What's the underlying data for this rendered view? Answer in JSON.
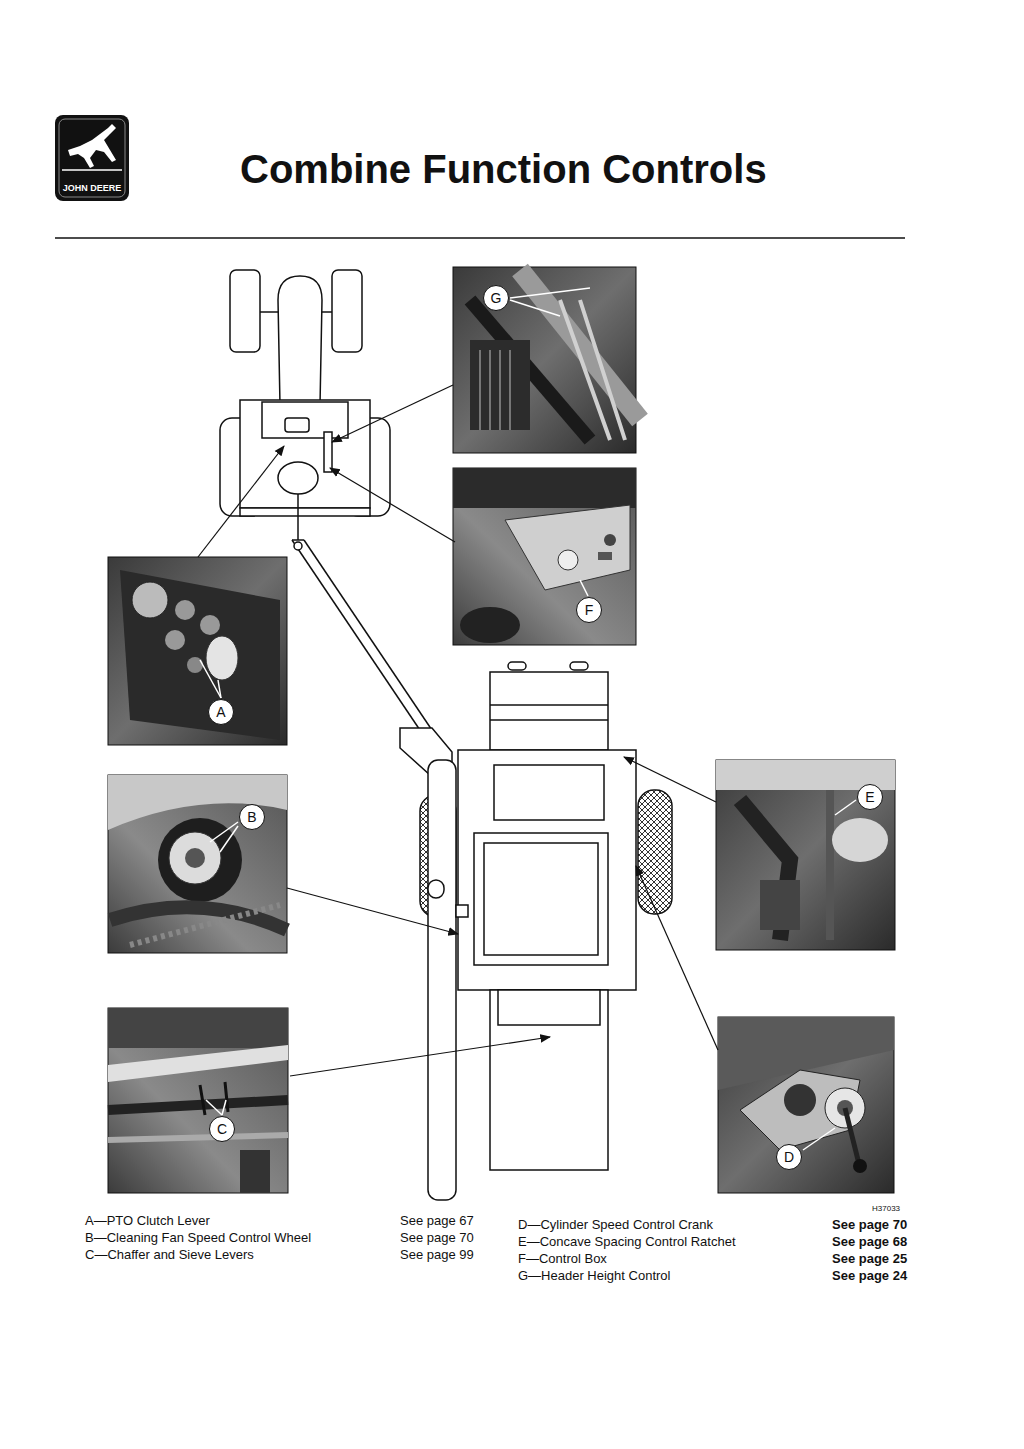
{
  "diagram": {
    "title": "Combine Function Controls",
    "nodes": [
      {
        "text": [
          "G"
        ]
      },
      {
        "text": [
          "F"
        ]
      },
      {
        "text": [
          "A"
        ]
      },
      {
        "text": [
          "B"
        ]
      },
      {
        "text": [
          "E"
        ]
      },
      {
        "text": [
          "C"
        ]
      },
      {
        "text": [
          "D"
        ]
      }
    ],
    "labels": [
      "JOHN DEERE",
      "A—PTO Clutch Lever",
      "B—Cleaning Fan Speed Control Wheel",
      "C—Chaffer and Sieve Levers",
      "See page 67",
      "See page 70",
      "See page 99",
      "D—Cylinder Speed Control Crank",
      "E—Concave Spacing Control Ratchet",
      "F—Control Box",
      "G—Header Height Control",
      "H37033",
      "See page 70",
      "See page 68",
      "See page 25",
      "See page 24"
    ]
  }
}
